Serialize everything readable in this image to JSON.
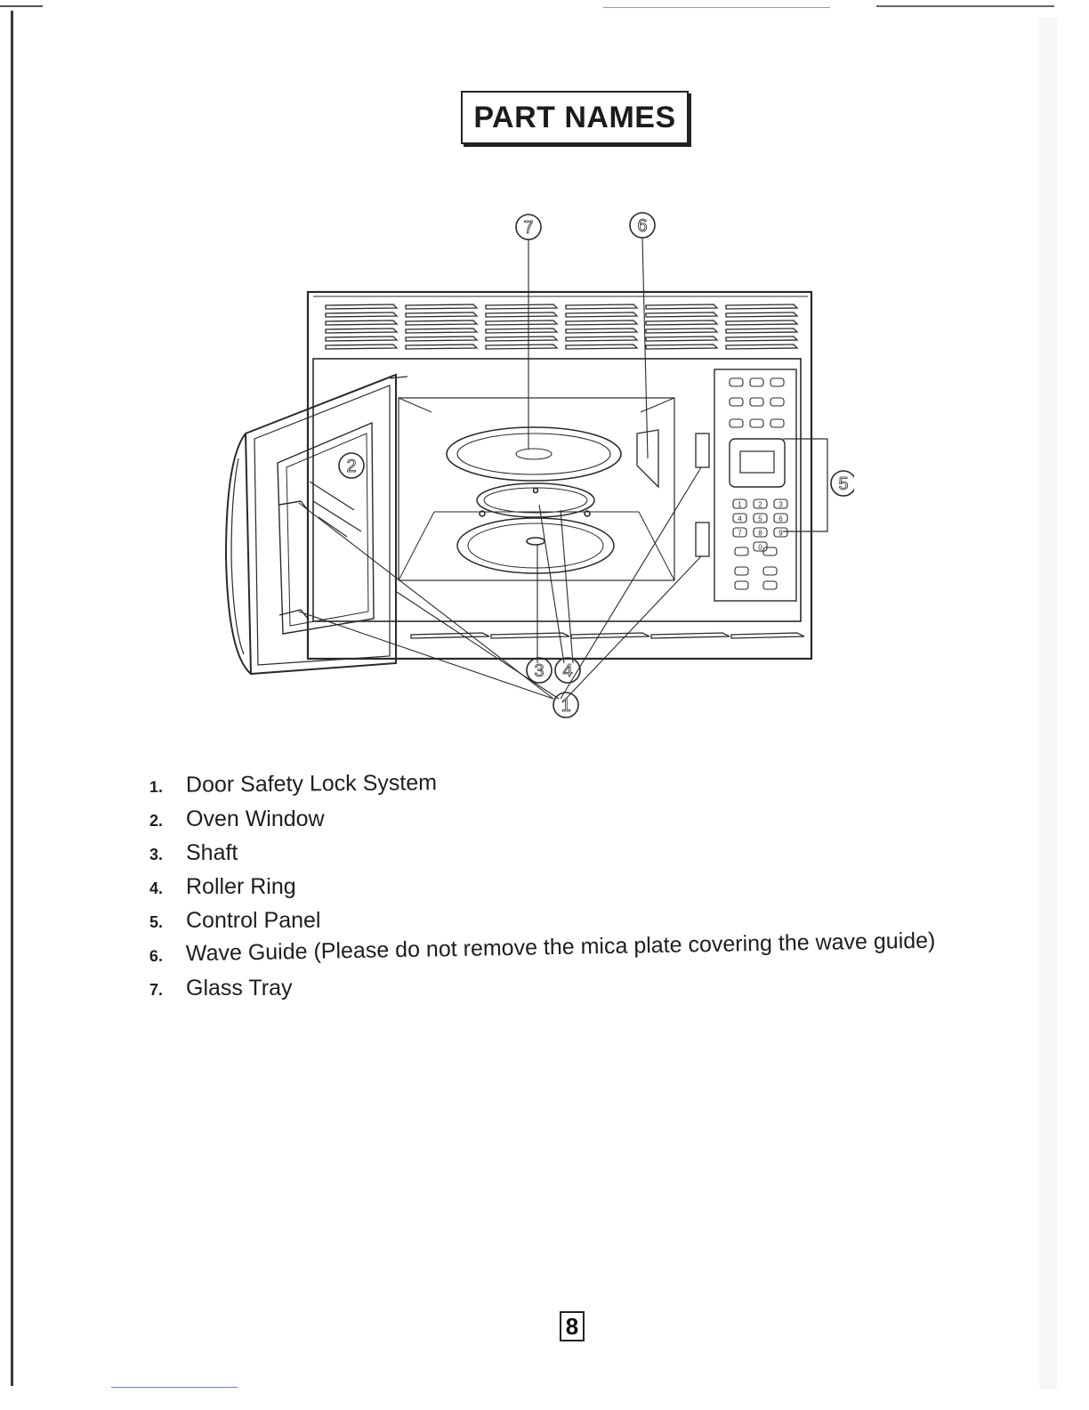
{
  "page": {
    "title": "PART NAMES",
    "page_number": "8"
  },
  "callouts": [
    "1",
    "2",
    "3",
    "4",
    "5",
    "6",
    "7"
  ],
  "parts": [
    {
      "num": "1.",
      "name": "Door Safety Lock System"
    },
    {
      "num": "2.",
      "name": "Oven Window"
    },
    {
      "num": "3.",
      "name": "Shaft"
    },
    {
      "num": "4.",
      "name": "Roller Ring"
    },
    {
      "num": "5.",
      "name": "Control Panel"
    },
    {
      "num": "6.",
      "name": "Wave Guide (Please do not remove the mica plate covering the wave guide)"
    },
    {
      "num": "7.",
      "name": "Glass Tray"
    }
  ],
  "keypad": [
    "1",
    "2",
    "3",
    "4",
    "5",
    "6",
    "7",
    "8",
    "9",
    "0"
  ],
  "colors": {
    "ink": "#1a1a1a",
    "paper": "#ffffff"
  }
}
